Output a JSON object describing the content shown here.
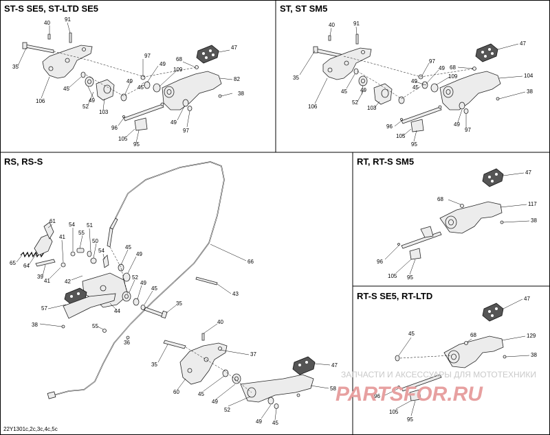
{
  "panels": [
    {
      "id": "st-s-se5",
      "title": "ST-S SE5, ST-LTD SE5"
    },
    {
      "id": "st-sm5",
      "title": "ST, ST SM5"
    },
    {
      "id": "rs",
      "title": "RS, RS-S"
    },
    {
      "id": "rt-sm5",
      "title": "RT, RT-S SM5"
    },
    {
      "id": "rt-s-se5",
      "title": "RT-S SE5, RT-LTD"
    }
  ],
  "callouts": {
    "p1": [
      "40",
      "91",
      "35",
      "106",
      "45",
      "49",
      "52",
      "103",
      "96",
      "105",
      "95",
      "97",
      "49",
      "45",
      "68",
      "47",
      "109",
      "49",
      "82",
      "38",
      "49",
      "97"
    ],
    "p2": [
      "40",
      "91",
      "35",
      "106",
      "45",
      "49",
      "52",
      "103",
      "96",
      "105",
      "95",
      "97",
      "49",
      "45",
      "68",
      "47",
      "109",
      "49",
      "104",
      "38",
      "49",
      "97"
    ],
    "p3": [
      "61",
      "65",
      "64",
      "39",
      "41",
      "41",
      "42",
      "54",
      "55",
      "51",
      "50",
      "54",
      "45",
      "49",
      "52",
      "49",
      "45",
      "44",
      "57",
      "38",
      "55",
      "36",
      "66",
      "43",
      "35",
      "40",
      "35",
      "37",
      "60",
      "45",
      "49",
      "52",
      "47",
      "58",
      "49",
      "45"
    ],
    "p4": [
      "47",
      "68",
      "117",
      "38",
      "96",
      "105",
      "95"
    ],
    "p5": [
      "47",
      "45",
      "68",
      "129",
      "38",
      "96",
      "105",
      "95"
    ]
  },
  "watermark": {
    "line1": "ЗАПЧАСТИ И АКСЕССУАРЫ ДЛЯ МОТОТЕХНИКИ",
    "line2": "PARTSFOR.RU"
  },
  "reference": "22Y1301c,2c,3c,4c,5c",
  "colors": {
    "line": "#000000",
    "part_fill": "#ececec",
    "watermark_red": "#e7a0a0",
    "watermark_grey": "#c9c9c9"
  }
}
